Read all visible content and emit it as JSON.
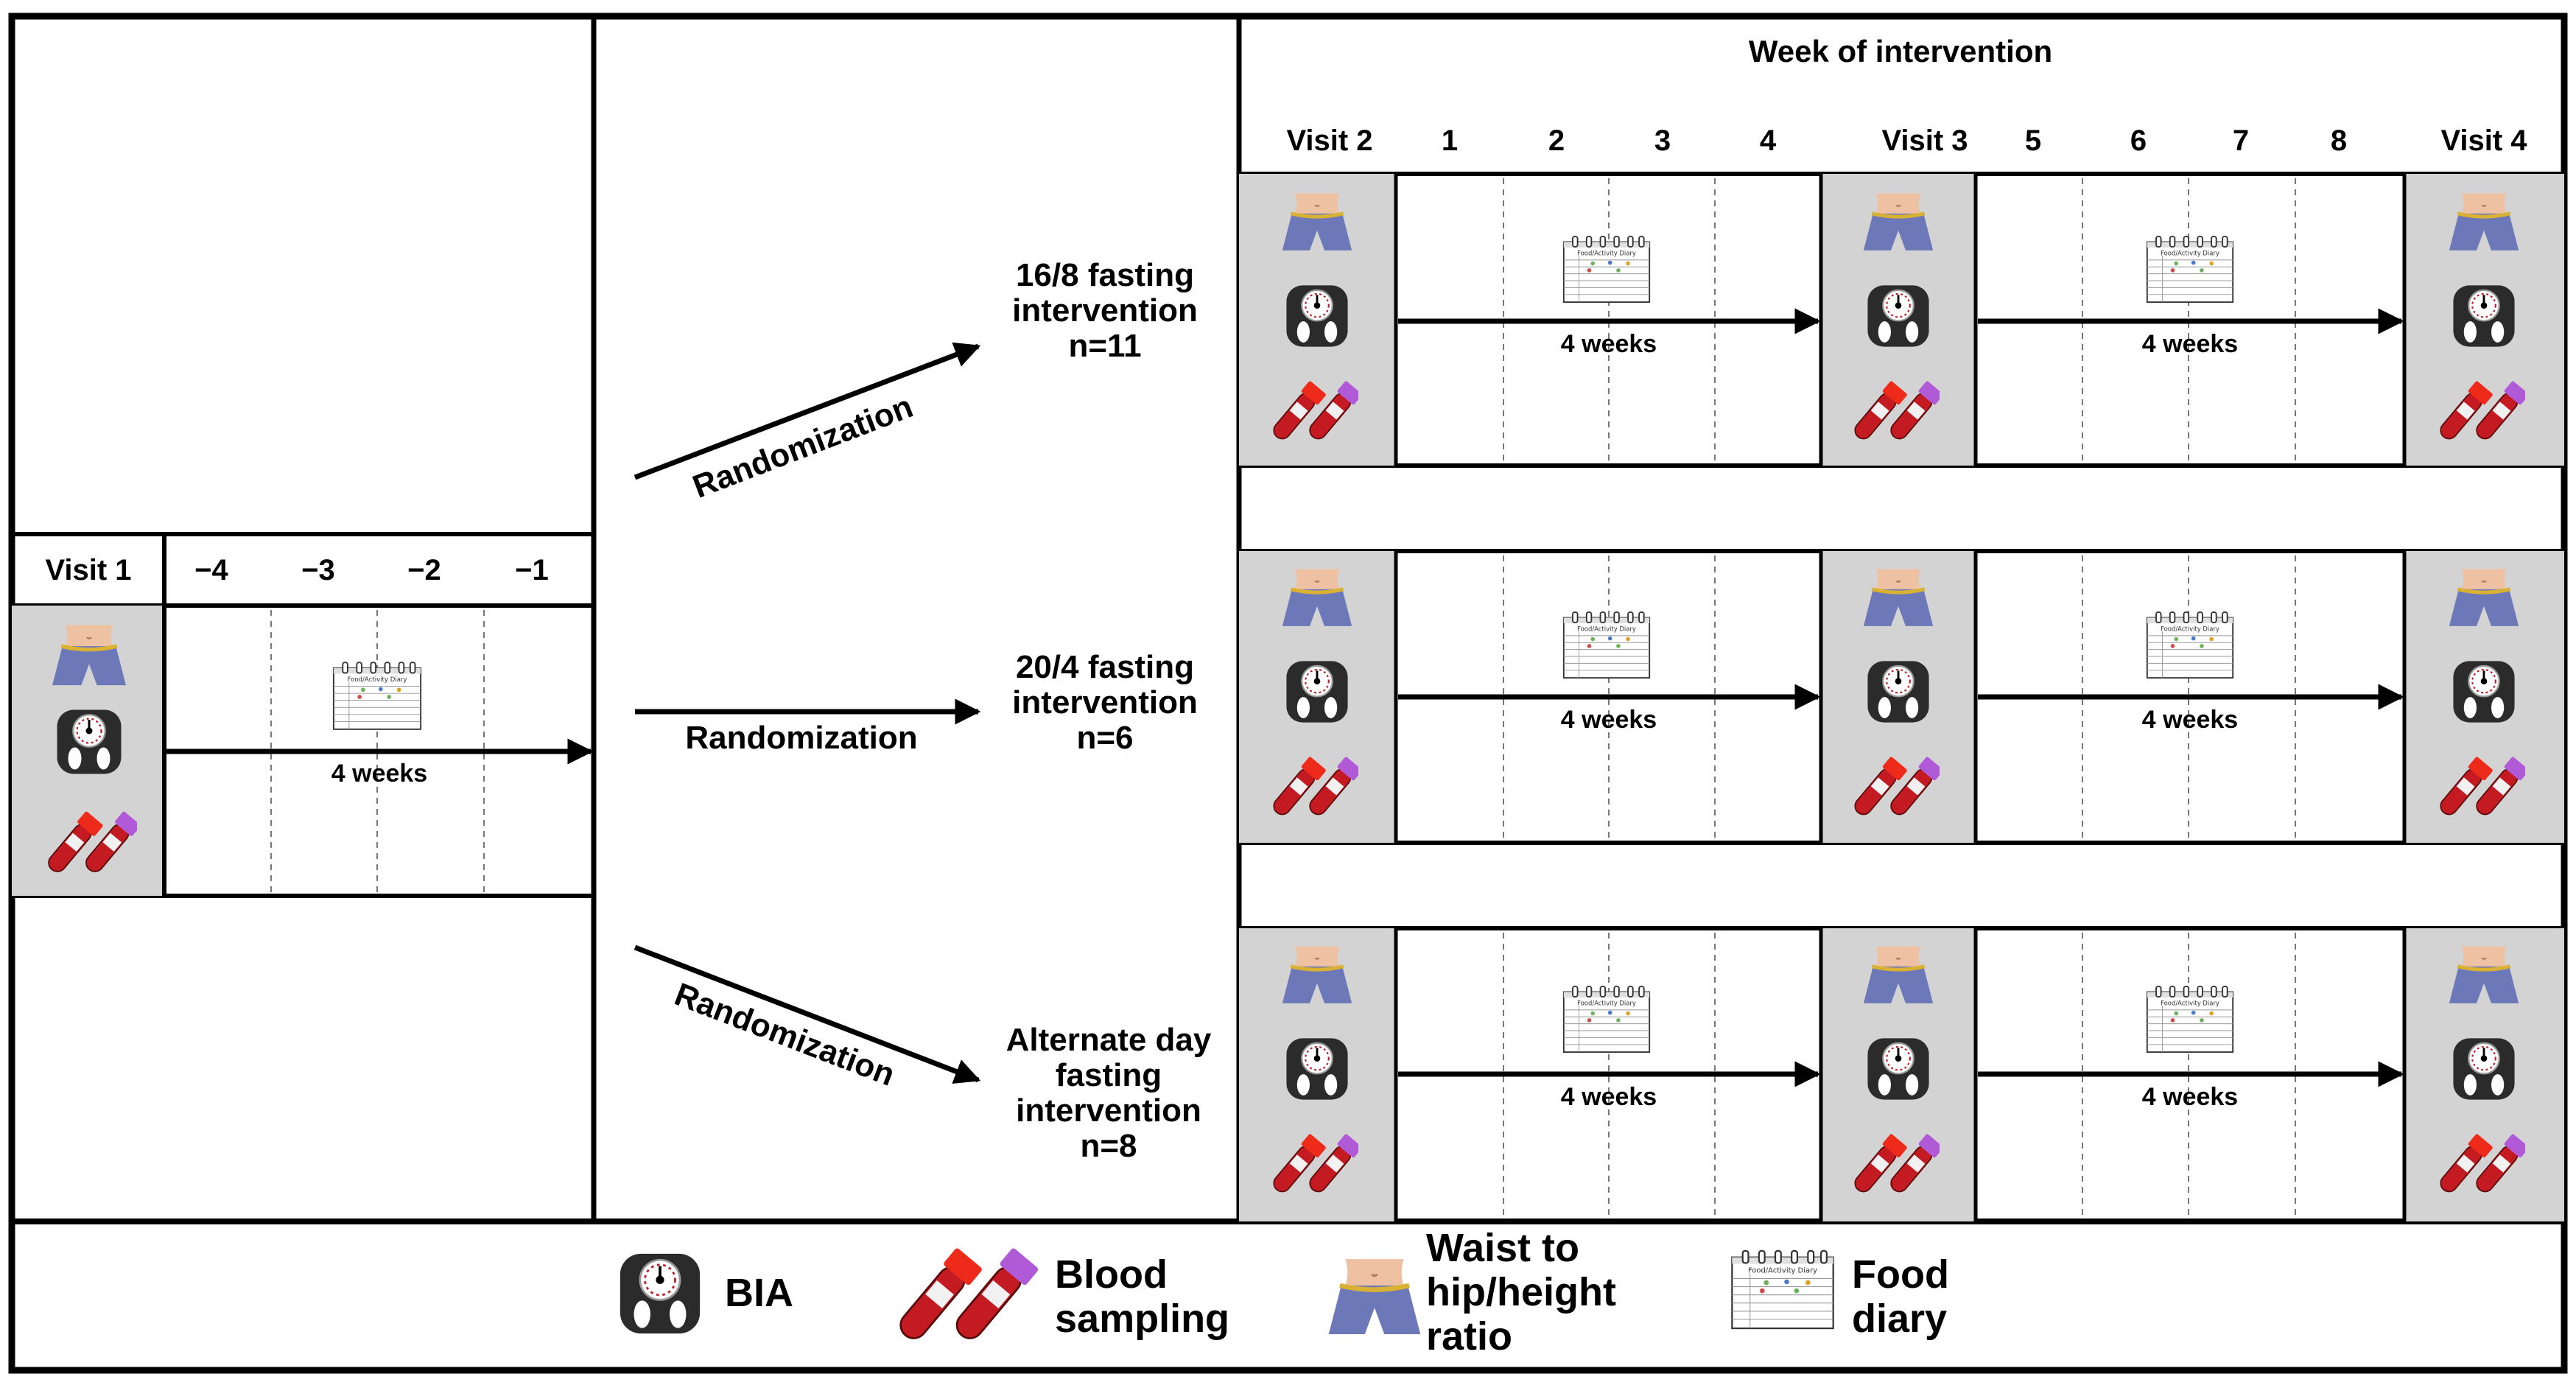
{
  "pre_period": {
    "visit_label": "Visit 1",
    "weeks": [
      "−4",
      "−3",
      "−2",
      "−1"
    ],
    "arrow_label": "4 weeks"
  },
  "randomization_label": "Randomization",
  "groups": [
    {
      "line1": "16/8 fasting",
      "line2": "intervention",
      "line3": "n=11",
      "line4": ""
    },
    {
      "line1": "20/4 fasting",
      "line2": "intervention",
      "line3": "n=6",
      "line4": ""
    },
    {
      "line1": "Alternate day",
      "line2": "fasting",
      "line3": "intervention",
      "line4": "n=8"
    }
  ],
  "intervention": {
    "title": "Week of intervention",
    "header": [
      "Visit 2",
      "1",
      "2",
      "3",
      "4",
      "Visit 3",
      "5",
      "6",
      "7",
      "8",
      "Visit 4"
    ],
    "period_label": "4 weeks"
  },
  "legend": {
    "bia": "BIA",
    "blood_line1": "Blood",
    "blood_line2": "sampling",
    "waist_line1": "Waist to",
    "waist_line2": "hip/height",
    "waist_line3": "ratio",
    "diary_line1": "Food",
    "diary_line2": "diary"
  },
  "diary_title": "Food/Activity Diary",
  "colors": {
    "visit_cell": "#d3d3d3",
    "tube_red": "#c41a22",
    "tube_purple": "#b05ad8",
    "waist_blue": "#6c78b8",
    "skin": "#efc1a3",
    "scale_dark": "#2b2b2b"
  },
  "icons": [
    "waist-icon",
    "scale-icon",
    "blood-tubes-icon",
    "food-diary-icon"
  ]
}
